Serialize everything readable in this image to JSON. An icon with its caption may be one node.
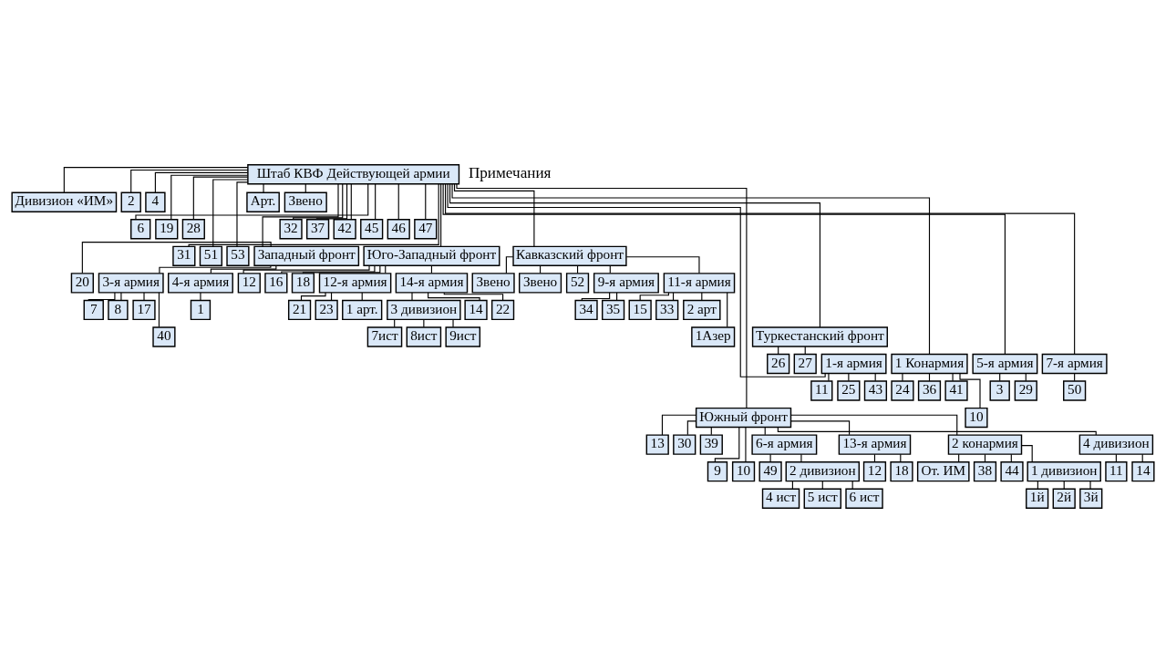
{
  "diagram": {
    "nodes": [
      {
        "text": [
          "Штаб КВФ Действующей армии"
        ]
      },
      {
        "text": [
          "Дивизион «ИМ»"
        ]
      },
      {
        "text": [
          "2"
        ]
      },
      {
        "text": [
          "4"
        ]
      },
      {
        "text": [
          "6"
        ]
      },
      {
        "text": [
          "19"
        ]
      },
      {
        "text": [
          "28"
        ]
      },
      {
        "text": [
          "31"
        ]
      },
      {
        "text": [
          "51"
        ]
      },
      {
        "text": [
          "53"
        ]
      },
      {
        "text": [
          "Арт."
        ]
      },
      {
        "text": [
          "Звено"
        ]
      },
      {
        "text": [
          "32"
        ]
      },
      {
        "text": [
          "37"
        ]
      },
      {
        "text": [
          "42"
        ]
      },
      {
        "text": [
          "45"
        ]
      },
      {
        "text": [
          "46"
        ]
      },
      {
        "text": [
          "47"
        ]
      },
      {
        "text": [
          "Западный фронт"
        ]
      },
      {
        "text": [
          "Юго-Западный фронт"
        ]
      },
      {
        "text": [
          "20"
        ]
      },
      {
        "text": [
          "12"
        ]
      },
      {
        "text": [
          "16"
        ]
      },
      {
        "text": [
          "18"
        ]
      },
      {
        "text": [
          "3-я армия"
        ]
      },
      {
        "text": [
          "4-я армия"
        ]
      },
      {
        "text": [
          "12-я армия"
        ]
      },
      {
        "text": [
          "14-я армия"
        ]
      },
      {
        "text": [
          "7"
        ]
      },
      {
        "text": [
          "8"
        ]
      },
      {
        "text": [
          "17"
        ]
      },
      {
        "text": [
          "40"
        ]
      },
      {
        "text": [
          "1"
        ]
      },
      {
        "text": [
          "21"
        ]
      },
      {
        "text": [
          "23"
        ]
      },
      {
        "text": [
          "1 арт."
        ]
      },
      {
        "text": [
          "3 дивизион"
        ]
      },
      {
        "text": [
          "14"
        ]
      },
      {
        "text": [
          "22"
        ]
      },
      {
        "text": [
          "7ист"
        ]
      },
      {
        "text": [
          "8ист"
        ]
      },
      {
        "text": [
          "9ист"
        ]
      },
      {
        "text": [
          "Кавказский фронт"
        ]
      },
      {
        "text": [
          "Звено"
        ]
      },
      {
        "text": [
          "Звено"
        ]
      },
      {
        "text": [
          "52"
        ]
      },
      {
        "text": [
          "9-я армия"
        ]
      },
      {
        "text": [
          "11-я армия"
        ]
      },
      {
        "text": [
          "34"
        ]
      },
      {
        "text": [
          "35"
        ]
      },
      {
        "text": [
          "15"
        ]
      },
      {
        "text": [
          "33"
        ]
      },
      {
        "text": [
          "2 арт"
        ]
      },
      {
        "text": [
          "1Азер"
        ]
      },
      {
        "text": [
          "Южный фронт"
        ]
      },
      {
        "text": [
          "13"
        ]
      },
      {
        "text": [
          "30"
        ]
      },
      {
        "text": [
          "39"
        ]
      },
      {
        "text": [
          "9"
        ]
      },
      {
        "text": [
          "10"
        ]
      },
      {
        "text": [
          "6-я армия"
        ]
      },
      {
        "text": [
          "13-я армия"
        ]
      },
      {
        "text": [
          "2 конармия"
        ]
      },
      {
        "text": [
          "49"
        ]
      },
      {
        "text": [
          "12"
        ]
      },
      {
        "text": [
          "18"
        ]
      },
      {
        "text": [
          "От. ИМ"
        ]
      },
      {
        "text": [
          "38"
        ]
      },
      {
        "text": [
          "44"
        ]
      },
      {
        "text": [
          "2 дивизион"
        ]
      },
      {
        "text": [
          "1 дивизион"
        ]
      },
      {
        "text": [
          "4 дивизион"
        ]
      },
      {
        "text": [
          "4 ист"
        ]
      },
      {
        "text": [
          "5 ист"
        ]
      },
      {
        "text": [
          "6 ист"
        ]
      },
      {
        "text": [
          "1й"
        ]
      },
      {
        "text": [
          "2й"
        ]
      },
      {
        "text": [
          "3й"
        ]
      },
      {
        "text": [
          "11"
        ]
      },
      {
        "text": [
          "14"
        ]
      },
      {
        "text": [
          "Туркестанский фронт"
        ]
      },
      {
        "text": [
          "26"
        ]
      },
      {
        "text": [
          "27"
        ]
      },
      {
        "text": [
          "1-я армия"
        ]
      },
      {
        "text": [
          "1 Конармия"
        ]
      },
      {
        "text": [
          "5-я армия"
        ]
      },
      {
        "text": [
          "7-я армия"
        ]
      },
      {
        "text": [
          "11"
        ]
      },
      {
        "text": [
          "25"
        ]
      },
      {
        "text": [
          "43"
        ]
      },
      {
        "text": [
          "24"
        ]
      },
      {
        "text": [
          "36"
        ]
      },
      {
        "text": [
          "41"
        ]
      },
      {
        "text": [
          "10"
        ]
      },
      {
        "text": [
          "3"
        ]
      },
      {
        "text": [
          "29"
        ]
      },
      {
        "text": [
          "50"
        ]
      }
    ],
    "edges": [
      {
        "from": 0,
        "to": 1,
        "arrow": "none"
      },
      {
        "from": 0,
        "to": 2,
        "arrow": "none"
      },
      {
        "from": 0,
        "to": 3,
        "arrow": "none"
      },
      {
        "from": 0,
        "to": 4,
        "arrow": "none"
      },
      {
        "from": 0,
        "to": 5,
        "arrow": "none"
      },
      {
        "from": 0,
        "to": 6,
        "arrow": "none"
      },
      {
        "from": 0,
        "to": 7,
        "arrow": "none"
      },
      {
        "from": 0,
        "to": 8,
        "arrow": "none"
      },
      {
        "from": 0,
        "to": 9,
        "arrow": "none"
      },
      {
        "from": 0,
        "to": 10,
        "arrow": "none"
      },
      {
        "from": 0,
        "to": 11,
        "arrow": "none"
      },
      {
        "from": 0,
        "to": 12,
        "arrow": "none"
      },
      {
        "from": 0,
        "to": 13,
        "arrow": "none"
      },
      {
        "from": 0,
        "to": 14,
        "arrow": "none"
      },
      {
        "from": 0,
        "to": 15,
        "arrow": "none"
      },
      {
        "from": 0,
        "to": 16,
        "arrow": "none"
      },
      {
        "from": 0,
        "to": 17,
        "arrow": "none"
      },
      {
        "from": 0,
        "to": 18,
        "arrow": "none"
      },
      {
        "from": 0,
        "to": 19,
        "arrow": "none"
      },
      {
        "from": 18,
        "to": 20,
        "arrow": "none"
      },
      {
        "from": 19,
        "to": 21,
        "arrow": "none"
      },
      {
        "from": 19,
        "to": 22,
        "arrow": "none"
      },
      {
        "from": 19,
        "to": 23,
        "arrow": "none"
      },
      {
        "from": 18,
        "to": 24,
        "arrow": "none"
      },
      {
        "from": 18,
        "to": 25,
        "arrow": "none"
      },
      {
        "from": 19,
        "to": 26,
        "arrow": "none"
      },
      {
        "from": 19,
        "to": 27,
        "arrow": "none"
      },
      {
        "from": 24,
        "to": 28,
        "arrow": "none"
      },
      {
        "from": 24,
        "to": 29,
        "arrow": "none"
      },
      {
        "from": 24,
        "to": 30,
        "arrow": "none"
      },
      {
        "from": 24,
        "to": 31,
        "arrow": "none"
      },
      {
        "from": 25,
        "to": 32,
        "arrow": "none"
      },
      {
        "from": 26,
        "to": 33,
        "arrow": "none"
      },
      {
        "from": 26,
        "to": 34,
        "arrow": "none"
      },
      {
        "from": 26,
        "to": 35,
        "arrow": "none"
      },
      {
        "from": 27,
        "to": 36,
        "arrow": "none"
      },
      {
        "from": 27,
        "to": 37,
        "arrow": "none"
      },
      {
        "from": 27,
        "to": 38,
        "arrow": "none"
      },
      {
        "from": 36,
        "to": 39,
        "arrow": "none"
      },
      {
        "from": 36,
        "to": 40,
        "arrow": "none"
      },
      {
        "from": 36,
        "to": 41,
        "arrow": "none"
      },
      {
        "from": 0,
        "to": 42,
        "arrow": "none"
      },
      {
        "from": 42,
        "to": 43,
        "arrow": "none"
      },
      {
        "from": 42,
        "to": 44,
        "arrow": "none"
      },
      {
        "from": 42,
        "to": 45,
        "arrow": "none"
      },
      {
        "from": 42,
        "to": 46,
        "arrow": "none"
      },
      {
        "from": 42,
        "to": 47,
        "arrow": "none"
      },
      {
        "from": 46,
        "to": 48,
        "arrow": "none"
      },
      {
        "from": 46,
        "to": 49,
        "arrow": "none"
      },
      {
        "from": 47,
        "to": 50,
        "arrow": "none"
      },
      {
        "from": 47,
        "to": 51,
        "arrow": "none"
      },
      {
        "from": 47,
        "to": 52,
        "arrow": "none"
      },
      {
        "from": 47,
        "to": 53,
        "arrow": "none"
      },
      {
        "from": 0,
        "to": 54,
        "arrow": "none"
      },
      {
        "from": 54,
        "to": 55,
        "arrow": "none"
      },
      {
        "from": 54,
        "to": 56,
        "arrow": "none"
      },
      {
        "from": 54,
        "to": 57,
        "arrow": "none"
      },
      {
        "from": 54,
        "to": 58,
        "arrow": "none"
      },
      {
        "from": 54,
        "to": 59,
        "arrow": "none"
      },
      {
        "from": 54,
        "to": 60,
        "arrow": "none"
      },
      {
        "from": 54,
        "to": 61,
        "arrow": "none"
      },
      {
        "from": 54,
        "to": 62,
        "arrow": "none"
      },
      {
        "from": 60,
        "to": 63,
        "arrow": "none"
      },
      {
        "from": 61,
        "to": 64,
        "arrow": "none"
      },
      {
        "from": 61,
        "to": 65,
        "arrow": "none"
      },
      {
        "from": 62,
        "to": 66,
        "arrow": "none"
      },
      {
        "from": 62,
        "to": 67,
        "arrow": "none"
      },
      {
        "from": 62,
        "to": 68,
        "arrow": "none"
      },
      {
        "from": 60,
        "to": 69,
        "arrow": "none"
      },
      {
        "from": 62,
        "to": 70,
        "arrow": "none"
      },
      {
        "from": 54,
        "to": 71,
        "arrow": "none"
      },
      {
        "from": 69,
        "to": 72,
        "arrow": "none"
      },
      {
        "from": 69,
        "to": 73,
        "arrow": "none"
      },
      {
        "from": 69,
        "to": 74,
        "arrow": "none"
      },
      {
        "from": 70,
        "to": 75,
        "arrow": "none"
      },
      {
        "from": 70,
        "to": 76,
        "arrow": "none"
      },
      {
        "from": 70,
        "to": 77,
        "arrow": "none"
      },
      {
        "from": 71,
        "to": 78,
        "arrow": "none"
      },
      {
        "from": 71,
        "to": 79,
        "arrow": "none"
      },
      {
        "from": 0,
        "to": 80,
        "arrow": "none"
      },
      {
        "from": 80,
        "to": 81,
        "arrow": "none"
      },
      {
        "from": 80,
        "to": 82,
        "arrow": "none"
      },
      {
        "from": 0,
        "to": 83,
        "arrow": "none"
      },
      {
        "from": 0,
        "to": 84,
        "arrow": "none"
      },
      {
        "from": 0,
        "to": 85,
        "arrow": "none"
      },
      {
        "from": 0,
        "to": 86,
        "arrow": "none"
      },
      {
        "from": 83,
        "to": 87,
        "arrow": "none"
      },
      {
        "from": 83,
        "to": 88,
        "arrow": "none"
      },
      {
        "from": 83,
        "to": 89,
        "arrow": "none"
      },
      {
        "from": 84,
        "to": 90,
        "arrow": "none"
      },
      {
        "from": 84,
        "to": 91,
        "arrow": "none"
      },
      {
        "from": 84,
        "to": 92,
        "arrow": "none"
      },
      {
        "from": 84,
        "to": 93,
        "arrow": "none"
      },
      {
        "from": 85,
        "to": 94,
        "arrow": "none"
      },
      {
        "from": 85,
        "to": 95,
        "arrow": "none"
      },
      {
        "from": 86,
        "to": 96,
        "arrow": "none"
      }
    ],
    "labels": [
      "Примечания"
    ]
  }
}
